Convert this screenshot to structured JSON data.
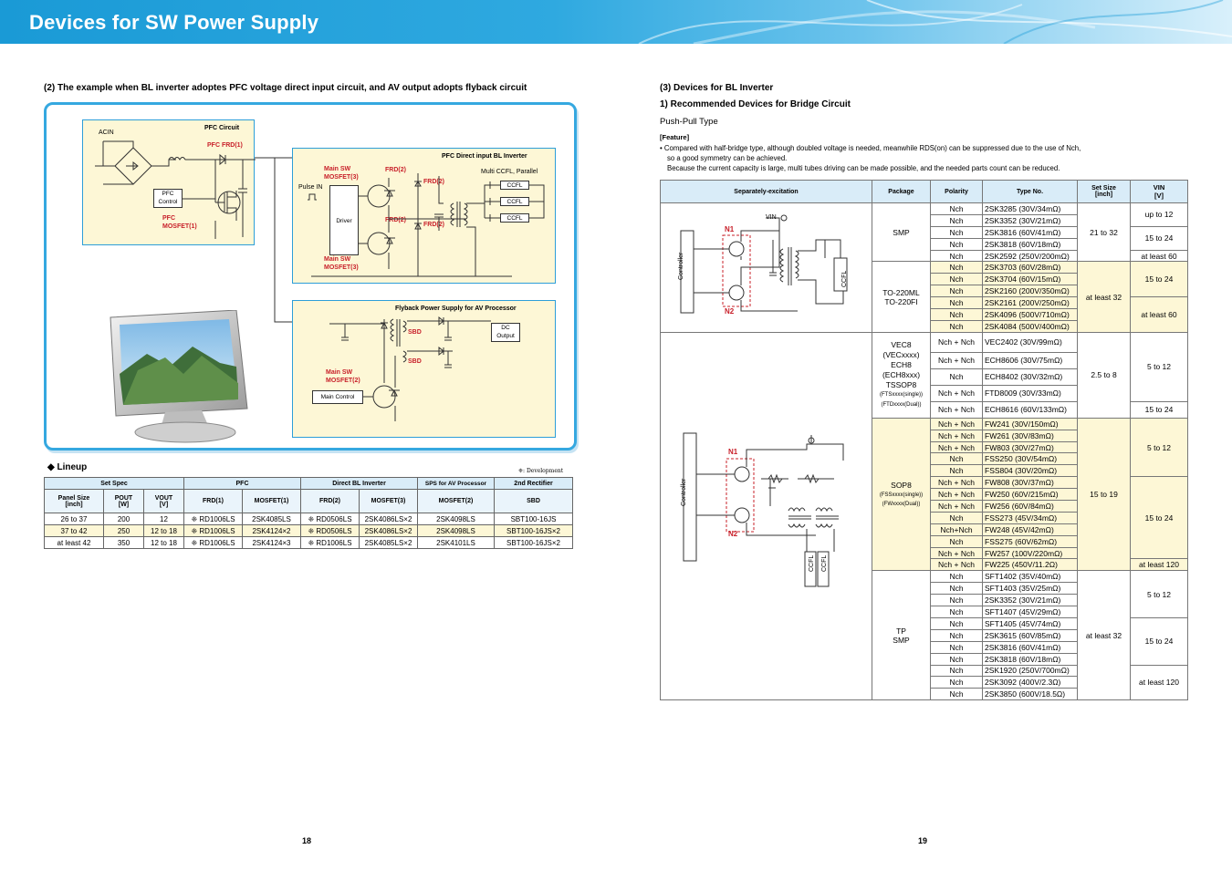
{
  "header": {
    "title": "Devices for SW Power Supply"
  },
  "left": {
    "section_title": "(2) The example when BL inverter adoptes PFC voltage direct input circuit, and AV output adopts flyback circuit",
    "circuit": {
      "acin": "ACIN",
      "pfc_circuit": "PFC Circuit",
      "pfc_frd": "PFC FRD(1)",
      "pfc_control": "PFC\nControl",
      "pfc_mosfet": "PFC\nMOSFET(1)",
      "bl_title": "PFC Direct input BL Inverter",
      "main_sw1": "Main SW\nMOSFET(3)",
      "frd2_a": "FRD(2)",
      "frd2_b": "FRD(2)",
      "frd2_c": "FRD(2)",
      "frd2_d": "FRD(2)",
      "multi_ccfl": "Multi CCFL, Parallel",
      "pulse_in": "Pulse IN",
      "driver": "Driver",
      "main_sw2": "Main SW\nMOSFET(3)",
      "ccfl": [
        "CCFL",
        "CCFL",
        "CCFL"
      ],
      "fly_title": "Flyback Power Supply for AV Processor",
      "sbd1": "SBD",
      "sbd2": "SBD",
      "dc_output": "DC\nOutput",
      "main_sw3": "Main SW\nMOSFET(2)",
      "main_control": "Main Control"
    },
    "lineup_title": "Lineup",
    "dev_note": "❈: Development",
    "lineup": {
      "groups": [
        "Set Spec",
        "PFC",
        "Direct BL Inverter",
        "SPS for AV Processor",
        "2nd Rectifier"
      ],
      "cols": [
        "Panel Size\n[inch]",
        "POUT\n[W]",
        "VOUT\n[V]",
        "FRD(1)",
        "MOSFET(1)",
        "FRD(2)",
        "MOSFET(3)",
        "MOSFET(2)",
        "SBD"
      ],
      "rows": [
        [
          "26 to 37",
          "200",
          "12",
          "❈ RD1006LS",
          "2SK4085LS",
          "❈ RD0506LS",
          "2SK4086LS×2",
          "2SK4098LS",
          "SBT100-16JS"
        ],
        [
          "37 to 42",
          "250",
          "12 to 18",
          "❈ RD1006LS",
          "2SK4124×2",
          "❈ RD0506LS",
          "2SK4086LS×2",
          "2SK4098LS",
          "SBT100-16JS×2"
        ],
        [
          "at least 42",
          "350",
          "12 to 18",
          "❈ RD1006LS",
          "2SK4124×3",
          "❈ RD1006LS",
          "2SK4085LS×2",
          "2SK4101LS",
          "SBT100-16JS×2"
        ]
      ]
    },
    "page_number": "18"
  },
  "right": {
    "section_title": "(3) Devices for BL Inverter",
    "subtitle": "1) Recommended Devices for Bridge Circuit",
    "type": "Push-Pull Type",
    "feature_label": "[Feature]",
    "feature_lines": [
      "• Compared with half-bridge type, although doubled voltage is needed, meanwhile RDS(on) can be suppressed due to the use of Nch,",
      "so a good symmetry can be achieved.",
      "Because the current capacity is large, multi tubes driving can be made possible, and the needed parts count can be reduced."
    ],
    "table_headers": [
      "Separately-excitation",
      "Package",
      "Polarity",
      "Type No.",
      "Set Size\n[inch]",
      "VIN\n[V]"
    ],
    "diagram1": {
      "vin": "VIN",
      "n1": "N1",
      "n2": "N2",
      "controller": "Controller",
      "ccfl": "CCFL"
    },
    "diagram2": {
      "n1": "N1",
      "n2": "N2",
      "controller": "Controller",
      "ccfl1": "CCFL",
      "ccfl2": "CCFL"
    },
    "blocks": [
      {
        "pkg": "SMP",
        "rows": [
          [
            "Nch",
            "2SK3285 (30V/34mΩ)"
          ],
          [
            "Nch",
            "2SK3352 (30V/21mΩ)"
          ],
          [
            "Nch",
            "2SK3816 (60V/41mΩ)"
          ],
          [
            "Nch",
            "2SK3818 (60V/18mΩ)"
          ],
          [
            "Nch",
            "2SK2592 (250V/200mΩ)"
          ]
        ]
      },
      {
        "pkg": "TO-220ML\nTO-220FI",
        "rows": [
          [
            "Nch",
            "2SK3703 (60V/28mΩ)"
          ],
          [
            "Nch",
            "2SK3704 (60V/15mΩ)"
          ],
          [
            "Nch",
            "2SK2160 (200V/350mΩ)"
          ],
          [
            "Nch",
            "2SK2161 (200V/250mΩ)"
          ],
          [
            "Nch",
            "2SK4096 (500V/710mΩ)"
          ],
          [
            "Nch",
            "2SK4084 (500V/400mΩ)"
          ]
        ]
      },
      {
        "pkg": "VEC8\n(VECxxxx)\nECH8\n(ECH8xxx)\nTSSOP8",
        "pkg_small": "(FTSxxxx(single))\n(FTDxxxx(Dual))",
        "rows": [
          [
            "Nch + Nch",
            "VEC2402 (30V/99mΩ)"
          ],
          [
            "Nch + Nch",
            "ECH8606 (30V/75mΩ)"
          ],
          [
            "Nch",
            "ECH8402 (30V/32mΩ)"
          ],
          [
            "Nch + Nch",
            "FTD8009 (30V/33mΩ)"
          ],
          [
            "Nch + Nch",
            "ECH8616 (60V/133mΩ)"
          ]
        ]
      },
      {
        "pkg": "SOP8",
        "pkg_small": "(FSSxxxx(single))\n(FWxxxx(Dual))",
        "rows": [
          [
            "Nch + Nch",
            "FW241 (30V/150mΩ)"
          ],
          [
            "Nch + Nch",
            "FW261 (30V/83mΩ)"
          ],
          [
            "Nch + Nch",
            "FW803 (30V/27mΩ)"
          ],
          [
            "Nch",
            "FSS250 (30V/54mΩ)"
          ],
          [
            "Nch",
            "FSS804 (30V/20mΩ)"
          ],
          [
            "Nch + Nch",
            "FW808 (30V/37mΩ)"
          ],
          [
            "Nch + Nch",
            "FW250 (60V/215mΩ)"
          ],
          [
            "Nch + Nch",
            "FW256 (60V/84mΩ)"
          ],
          [
            "Nch",
            "FSS273 (45V/34mΩ)"
          ],
          [
            "Nch+Nch",
            "FW248 (45V/42mΩ)"
          ],
          [
            "Nch",
            "FSS275 (60V/62mΩ)"
          ],
          [
            "Nch + Nch",
            "FW257 (100V/220mΩ)"
          ],
          [
            "Nch + Nch",
            "FW225 (450V/11.2Ω)"
          ]
        ]
      },
      {
        "pkg": "TP\nSMP",
        "rows": [
          [
            "Nch",
            "SFT1402 (35V/40mΩ)"
          ],
          [
            "Nch",
            "SFT1403 (35V/25mΩ)"
          ],
          [
            "Nch",
            "2SK3352 (30V/21mΩ)"
          ],
          [
            "Nch",
            "SFT1407 (45V/29mΩ)"
          ],
          [
            "Nch",
            "SFT1405 (45V/74mΩ)"
          ],
          [
            "Nch",
            "2SK3615 (60V/85mΩ)"
          ],
          [
            "Nch",
            "2SK3816 (60V/41mΩ)"
          ],
          [
            "Nch",
            "2SK3818 (60V/18mΩ)"
          ],
          [
            "Nch",
            "2SK1920 (250V/700mΩ)"
          ],
          [
            "Nch",
            "2SK3092 (400V/2.3Ω)"
          ],
          [
            "Nch",
            "2SK3850 (600V/18.5Ω)"
          ]
        ]
      }
    ],
    "set_sizes": [
      "21 to 32",
      "at least 32",
      "2.5 to 8",
      "15 to 19",
      "at least 32"
    ],
    "vin": [
      "up to 12",
      "15 to 24",
      "at least 60",
      "15 to 24",
      "at least 60",
      "5 to 12",
      "15 to 24",
      "5 to 12",
      "15 to 24",
      "at least 120",
      "5 to 12",
      "15 to 24",
      "at least 120"
    ],
    "page_number": "19"
  }
}
